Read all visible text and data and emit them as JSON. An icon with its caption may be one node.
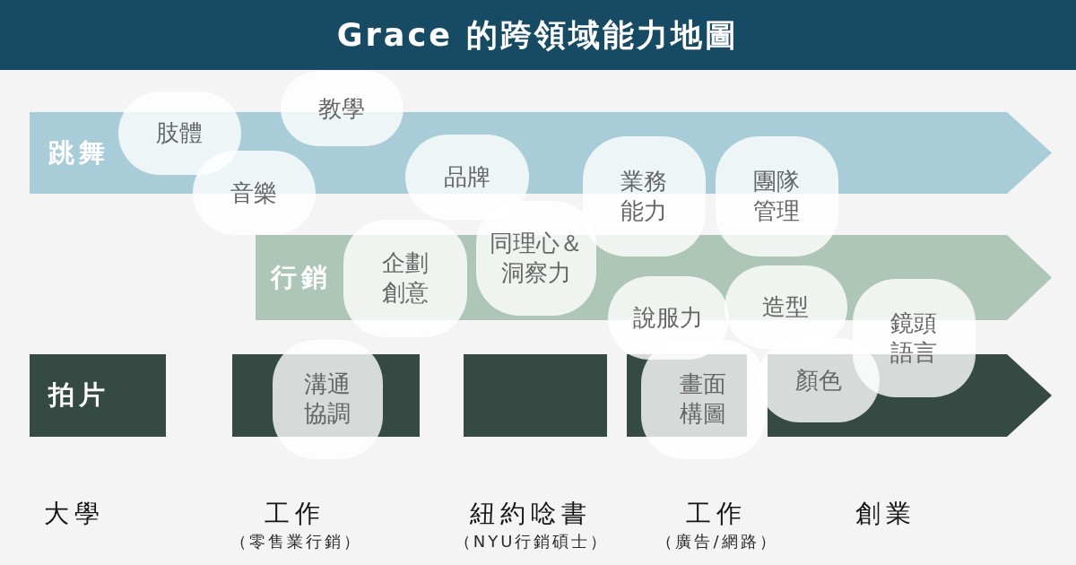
{
  "diagram": {
    "title": "Grace 的跨領域能力地圖",
    "nodes": [
      {
        "text": [
          "跳舞"
        ]
      },
      {
        "text": [
          "行銷"
        ]
      },
      {
        "text": [
          "拍片"
        ]
      },
      {
        "text": [
          "教學"
        ]
      },
      {
        "text": [
          "肢體"
        ]
      },
      {
        "text": [
          "品牌"
        ]
      },
      {
        "text": [
          "音樂"
        ]
      },
      {
        "text": [
          "業務能力"
        ]
      },
      {
        "text": [
          "團隊管理"
        ]
      },
      {
        "text": [
          "同理心＆洞察力"
        ]
      },
      {
        "text": [
          "企劃創意"
        ]
      },
      {
        "text": [
          "造型"
        ]
      },
      {
        "text": [
          "說服力"
        ]
      },
      {
        "text": [
          "鏡頭語言"
        ]
      },
      {
        "text": [
          "顏色"
        ]
      },
      {
        "text": [
          "溝通協調"
        ]
      },
      {
        "text": [
          "畫面構圖"
        ]
      }
    ],
    "labels": [
      "大學",
      "工作",
      "（零售業行銷）",
      "紐約唸書",
      "（NYU行銷碩士）",
      "工作",
      "（廣告/網路）",
      "創業"
    ]
  }
}
